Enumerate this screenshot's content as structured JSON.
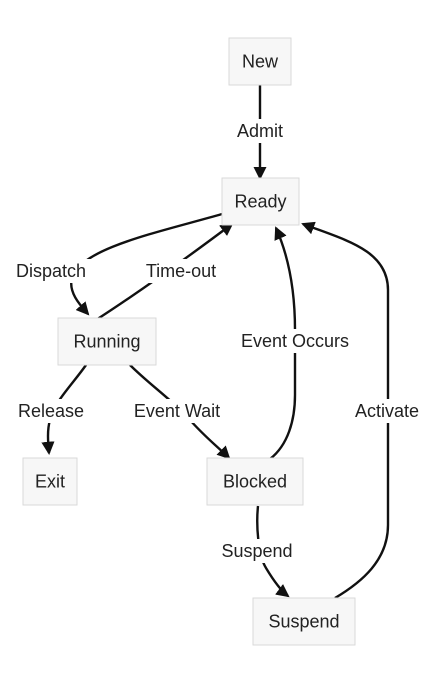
{
  "diagram": {
    "nodes": {
      "new": "New",
      "ready": "Ready",
      "running": "Running",
      "exit": "Exit",
      "blocked": "Blocked",
      "suspend": "Suspend"
    },
    "edges": {
      "admit": "Admit",
      "dispatch": "Dispatch",
      "timeout": "Time-out",
      "release": "Release",
      "event_wait": "Event Wait",
      "event_occurs": "Event Occurs",
      "suspend": "Suspend",
      "activate": "Activate"
    }
  }
}
